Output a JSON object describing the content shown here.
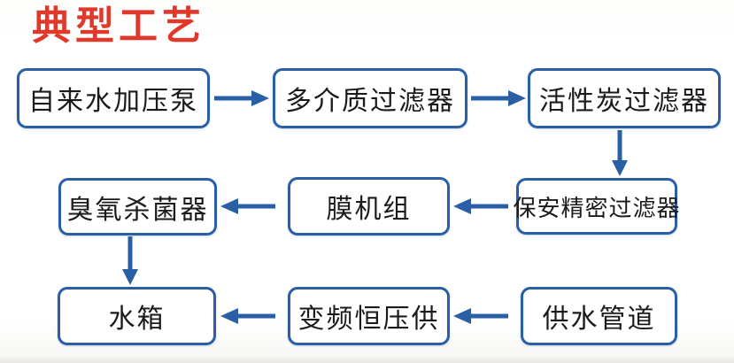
{
  "title": {
    "text": "典型工艺"
  },
  "colors": {
    "title_red": "#e0392c",
    "flow_blue": "#2a5fa6",
    "node_text": "#1b1b1b",
    "background": "#ffffff"
  },
  "flow": {
    "nodes": [
      {
        "id": "tap-water-booster-pump",
        "label": "自来水加压泵"
      },
      {
        "id": "multi-media-filter",
        "label": "多介质过滤器"
      },
      {
        "id": "activated-carbon-filter",
        "label": "活性炭过滤器"
      },
      {
        "id": "security-precision-filter",
        "label": "保安精密过滤器"
      },
      {
        "id": "membrane-unit",
        "label": "膜机组"
      },
      {
        "id": "ozone-sterilizer",
        "label": "臭氧杀菌器"
      },
      {
        "id": "water-supply-pipeline",
        "label": "供水管道"
      },
      {
        "id": "vfd-constant-pressure-supply",
        "label": "变频恒压供"
      },
      {
        "id": "water-tank",
        "label": "水箱"
      }
    ],
    "edges": [
      {
        "from": "tap-water-booster-pump",
        "to": "multi-media-filter",
        "direction": "right"
      },
      {
        "from": "multi-media-filter",
        "to": "activated-carbon-filter",
        "direction": "right"
      },
      {
        "from": "activated-carbon-filter",
        "to": "security-precision-filter",
        "direction": "down"
      },
      {
        "from": "security-precision-filter",
        "to": "membrane-unit",
        "direction": "left"
      },
      {
        "from": "membrane-unit",
        "to": "ozone-sterilizer",
        "direction": "left"
      },
      {
        "from": "ozone-sterilizer",
        "to": "water-tank",
        "direction": "down"
      },
      {
        "from": "water-supply-pipeline",
        "to": "vfd-constant-pressure-supply",
        "direction": "left"
      },
      {
        "from": "vfd-constant-pressure-supply",
        "to": "water-tank",
        "direction": "left"
      }
    ]
  }
}
